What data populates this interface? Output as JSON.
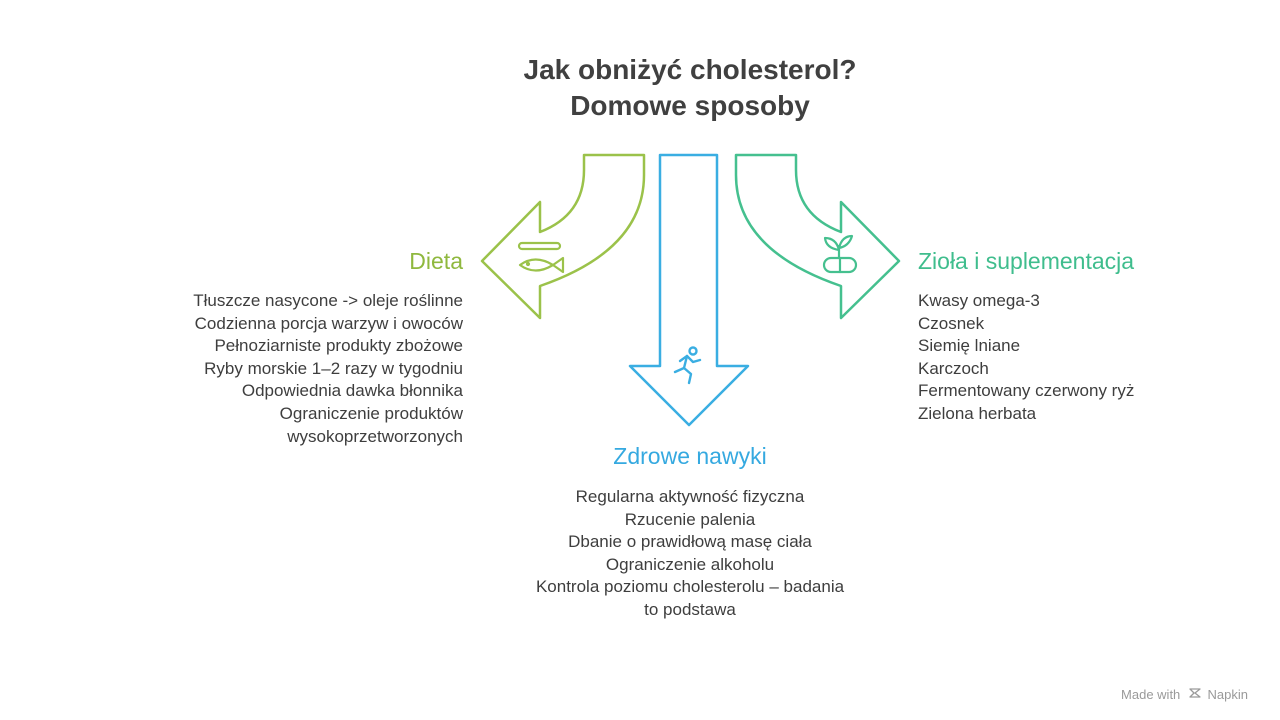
{
  "title": {
    "line1": "Jak obniżyć cholesterol?",
    "line2": "Domowe sposoby"
  },
  "branches": {
    "left": {
      "heading": "Dieta",
      "color": "#8fb83e",
      "icon": "fish-icon",
      "items": [
        "Tłuszcze nasycone -> oleje roślinne",
        "Codzienna porcja warzyw i owoców",
        "Pełnoziarniste produkty zbożowe",
        "Ryby morskie 1–2 razy w tygodniu",
        "Odpowiednia dawka błonnika",
        "Ograniczenie produktów",
        "wysokoprzetworzonych"
      ]
    },
    "middle": {
      "heading": "Zdrowe nawyki",
      "color": "#35a9e0",
      "icon": "running-person-icon",
      "items": [
        "Regularna aktywność fizyczna",
        "Rzucenie palenia",
        "Dbanie o prawidłową masę ciała",
        "Ograniczenie alkoholu",
        "Kontrola poziomu cholesterolu – badania",
        "to podstawa"
      ]
    },
    "right": {
      "heading": "Zioła i suplementacja",
      "color": "#3fbd8d",
      "icon": "plant-pill-icon",
      "items": [
        "Kwasy omega-3",
        "Czosnek",
        "Siemię lniane",
        "Karczoch",
        "Fermentowany czerwony ryż",
        "Zielona herbata"
      ]
    }
  },
  "footer": {
    "made_with": "Made with",
    "brand": "Napkin"
  }
}
